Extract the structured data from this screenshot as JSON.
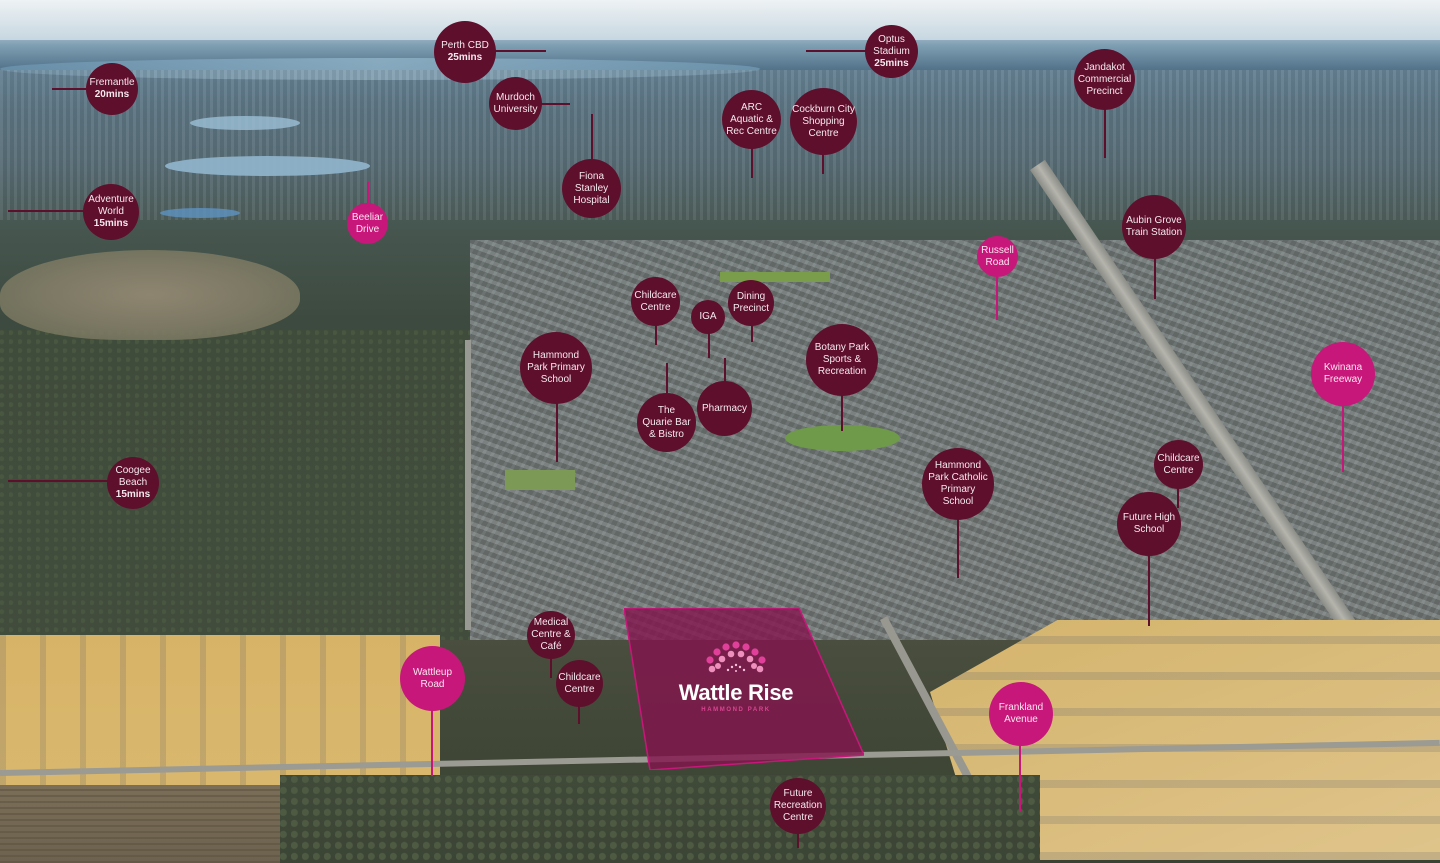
{
  "map": {
    "type": "aerial-location-map",
    "colors": {
      "poi_marker": "#5e0f2c",
      "road_marker": "#c8177a",
      "parcel_overlay": "#83144e",
      "brand_accent": "#d8458f"
    }
  },
  "development": {
    "name": "Wattle Rise",
    "suburb": "HAMMOND PARK"
  },
  "destinations": [
    {
      "id": "fremantle",
      "label": "Fremantle",
      "time": "20mins"
    },
    {
      "id": "perth-cbd",
      "label": "Perth CBD",
      "time": "25mins"
    },
    {
      "id": "optus-stadium",
      "label": "Optus Stadium",
      "time": "25mins"
    },
    {
      "id": "adventure-world",
      "label": "Adventure World",
      "time": "15mins"
    },
    {
      "id": "coogee-beach",
      "label": "Coogee Beach",
      "time": "15mins"
    }
  ],
  "amenities": [
    {
      "id": "murdoch-university",
      "label": "Murdoch University"
    },
    {
      "id": "fiona-stanley-hospital",
      "label": "Fiona Stanley Hospital"
    },
    {
      "id": "arc-aquatic",
      "label": "ARC Aquatic & Rec Centre"
    },
    {
      "id": "cockburn-city",
      "label": "Cockburn City Shopping Centre"
    },
    {
      "id": "jandakot",
      "label": "Jandakot Commercial Precinct"
    },
    {
      "id": "aubin-grove",
      "label": "Aubin Grove Train Station"
    },
    {
      "id": "childcare-1",
      "label": "Childcare Centre"
    },
    {
      "id": "iga",
      "label": "IGA"
    },
    {
      "id": "dining-precinct",
      "label": "Dining Precinct"
    },
    {
      "id": "hammond-park-primary",
      "label": "Hammond Park Primary School"
    },
    {
      "id": "quarie-bar",
      "label": "The Quarie Bar & Bistro"
    },
    {
      "id": "pharmacy",
      "label": "Pharmacy"
    },
    {
      "id": "botany-park",
      "label": "Botany Park Sports & Recreation"
    },
    {
      "id": "hammond-park-catholic",
      "label": "Hammond Park Catholic Primary School"
    },
    {
      "id": "childcare-2",
      "label": "Childcare Centre"
    },
    {
      "id": "future-high-school",
      "label": "Future High School"
    },
    {
      "id": "medical-centre",
      "label": "Medical Centre & Café"
    },
    {
      "id": "childcare-3",
      "label": "Childcare Centre"
    },
    {
      "id": "future-recreation",
      "label": "Future Recreation Centre"
    }
  ],
  "roads": [
    {
      "id": "beeliar-drive",
      "label": "Beeliar Drive"
    },
    {
      "id": "russell-road",
      "label": "Russell Road"
    },
    {
      "id": "kwinana-freeway",
      "label": "Kwinana Freeway"
    },
    {
      "id": "wattleup-road",
      "label": "Wattleup Road"
    },
    {
      "id": "frankland-avenue",
      "label": "Frankland Avenue"
    }
  ]
}
